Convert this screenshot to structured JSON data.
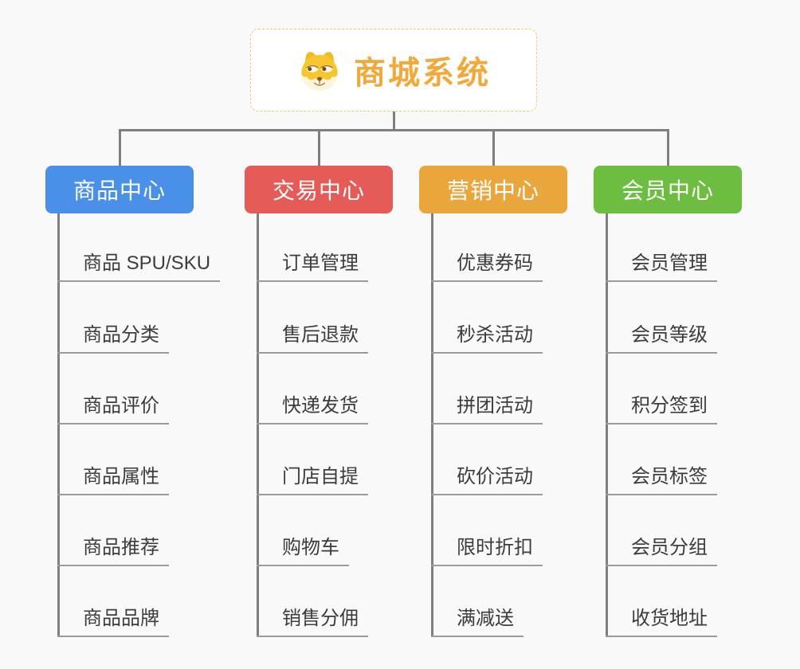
{
  "canvas": {
    "background": "#f9f9f9",
    "connector_color": "#7f7f7f",
    "underline_color": "#9b9b9b",
    "child_text_color": "#3c3c3c"
  },
  "root": {
    "label": "商城系统",
    "text_color": "#f2a93b",
    "border_color": "#f0c57e",
    "icon": "dog-face-icon"
  },
  "branches": [
    {
      "label": "商品中心",
      "color": "#4a90e8",
      "children": [
        "商品 SPU/SKU",
        "商品分类",
        "商品评价",
        "商品属性",
        "商品推荐",
        "商品品牌"
      ]
    },
    {
      "label": "交易中心",
      "color": "#e45b58",
      "children": [
        "订单管理",
        "售后退款",
        "快递发货",
        "门店自提",
        "购物车",
        "销售分佣"
      ]
    },
    {
      "label": "营销中心",
      "color": "#e9a63c",
      "children": [
        "优惠券码",
        "秒杀活动",
        "拼团活动",
        "砍价活动",
        "限时折扣",
        "满减送"
      ]
    },
    {
      "label": "会员中心",
      "color": "#6cbd40",
      "children": [
        "会员管理",
        "会员等级",
        "积分签到",
        "会员标签",
        "会员分组",
        "收货地址"
      ]
    }
  ]
}
